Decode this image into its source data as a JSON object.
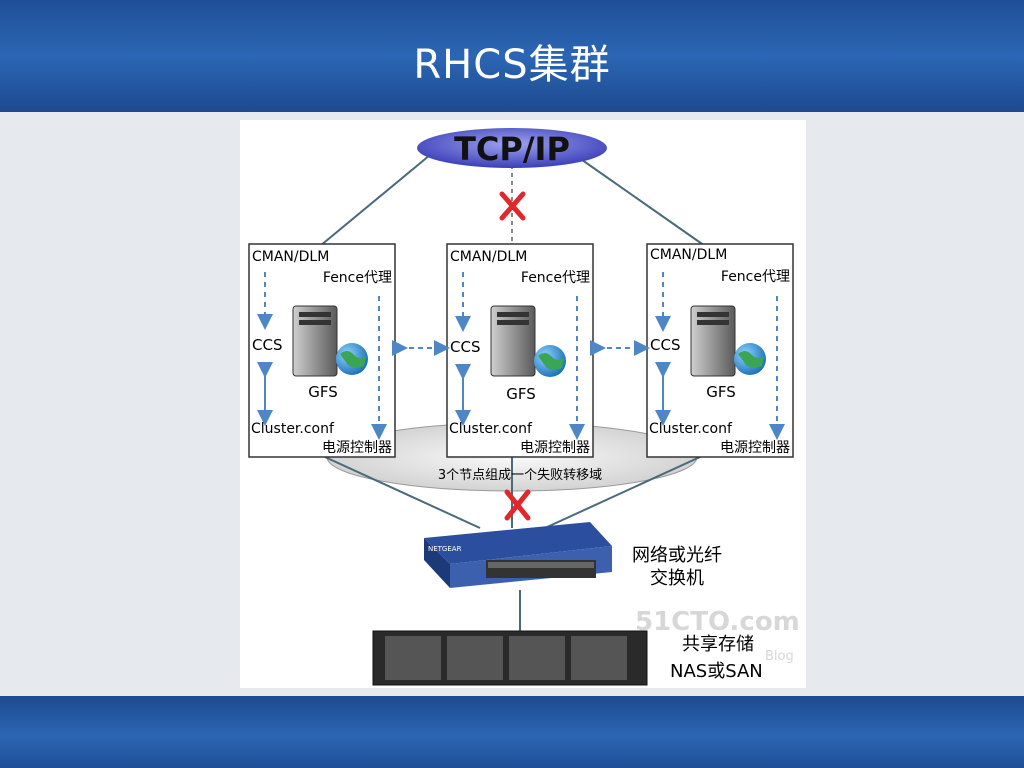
{
  "slide": {
    "title": "RHCS集群"
  },
  "diagram": {
    "network_label": "TCP/IP",
    "nodes": [
      {
        "cman": "CMAN/DLM",
        "fence": "Fence代理",
        "ccs": "CCS",
        "gfs": "GFS",
        "conf": "Cluster.conf",
        "power": "电源控制器"
      },
      {
        "cman": "CMAN/DLM",
        "fence": "Fence代理",
        "ccs": "CCS",
        "gfs": "GFS",
        "conf": "Cluster.conf",
        "power": "电源控制器"
      },
      {
        "cman": "CMAN/DLM",
        "fence": "Fence代理",
        "ccs": "CCS",
        "gfs": "GFS",
        "conf": "Cluster.conf",
        "power": "电源控制器"
      }
    ],
    "failover_label": "3个节点组成一个失败转移域",
    "switch_label_1": "网络或光纤",
    "switch_label_2": "交换机",
    "switch_brand": "NETGEAR",
    "storage_label_1": "共享存储",
    "storage_label_2": "NAS或SAN",
    "watermark": "51CTO.com",
    "watermark_sub": "Blog",
    "colors": {
      "ellipse": "#4a4fc4",
      "x_mark": "#e0282c",
      "arrow": "#4f86c6"
    }
  }
}
